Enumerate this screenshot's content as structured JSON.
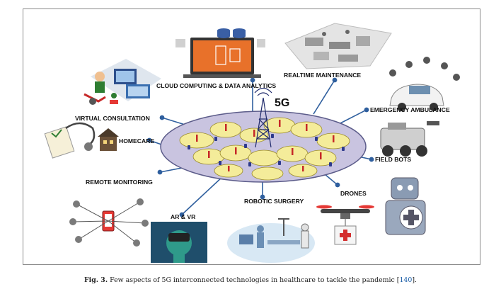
{
  "figure": {
    "center_label": "5G",
    "labels": {
      "cloud": "CLOUD COMPUTING & DATA ANALYTICS",
      "realtime": "REALTIME MAINTENANCE",
      "virtual": "VIRTUAL CONSULTATION",
      "emergency": "EMERGENCY AMBULANCE",
      "homecare": "HOMECARE",
      "fieldbots": "FIELD BOTS",
      "remote": "REMOTE MONITORING",
      "drones": "DRONES",
      "robotic": "ROBOTIC SURGERY",
      "arvr": "AR & VR"
    },
    "colors": {
      "spoke": "#2f5f9e",
      "ellipse_fill": "#c9c4e0",
      "cell_fill": "#f4ec9a",
      "tower_red": "#c62828"
    }
  },
  "caption": {
    "figure_number": "Fig. 3.",
    "text": "Few aspects of 5G interconnected technologies in healthcare to tackle the pandemic",
    "ref_open": "[",
    "reference": "140",
    "ref_close": "]."
  }
}
